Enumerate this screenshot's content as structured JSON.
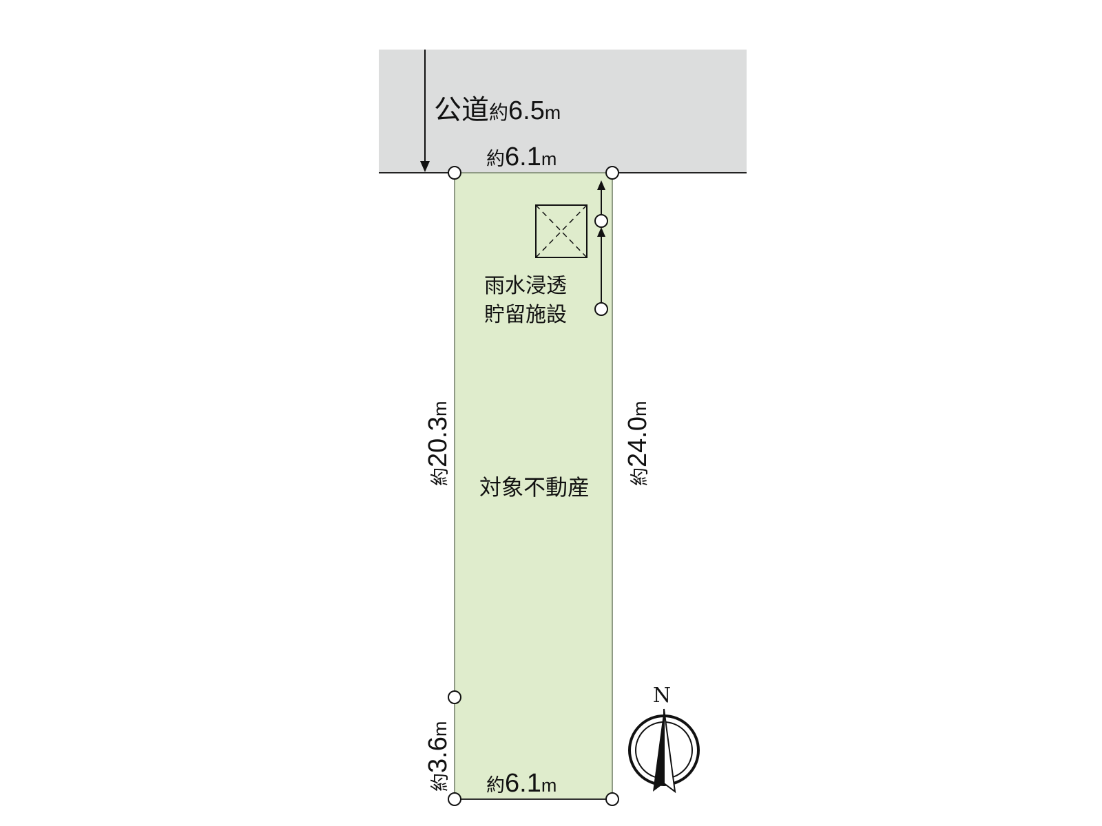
{
  "road": {
    "name": "公道",
    "width_prefix": "約",
    "width_value": "6.5",
    "width_unit": "m",
    "fill_color": "#dcdddd"
  },
  "parcel": {
    "label": "対象不動産",
    "fill_color": "#dfeccc",
    "stroke_color": "#8f9a85"
  },
  "facility": {
    "label_line1": "雨水浸透",
    "label_line2": "貯留施設"
  },
  "dimensions": {
    "frontage": {
      "prefix": "約",
      "value": "6.1",
      "unit": "m"
    },
    "rear": {
      "prefix": "約",
      "value": "6.1",
      "unit": "m"
    },
    "west_upper": {
      "prefix": "約",
      "value": "20.3",
      "unit": "m"
    },
    "west_lower": {
      "prefix": "約",
      "value": "3.6",
      "unit": "m"
    },
    "east": {
      "prefix": "約",
      "value": "24.0",
      "unit": "m"
    }
  },
  "compass": {
    "label": "N",
    "icon": "north-arrow-icon"
  }
}
